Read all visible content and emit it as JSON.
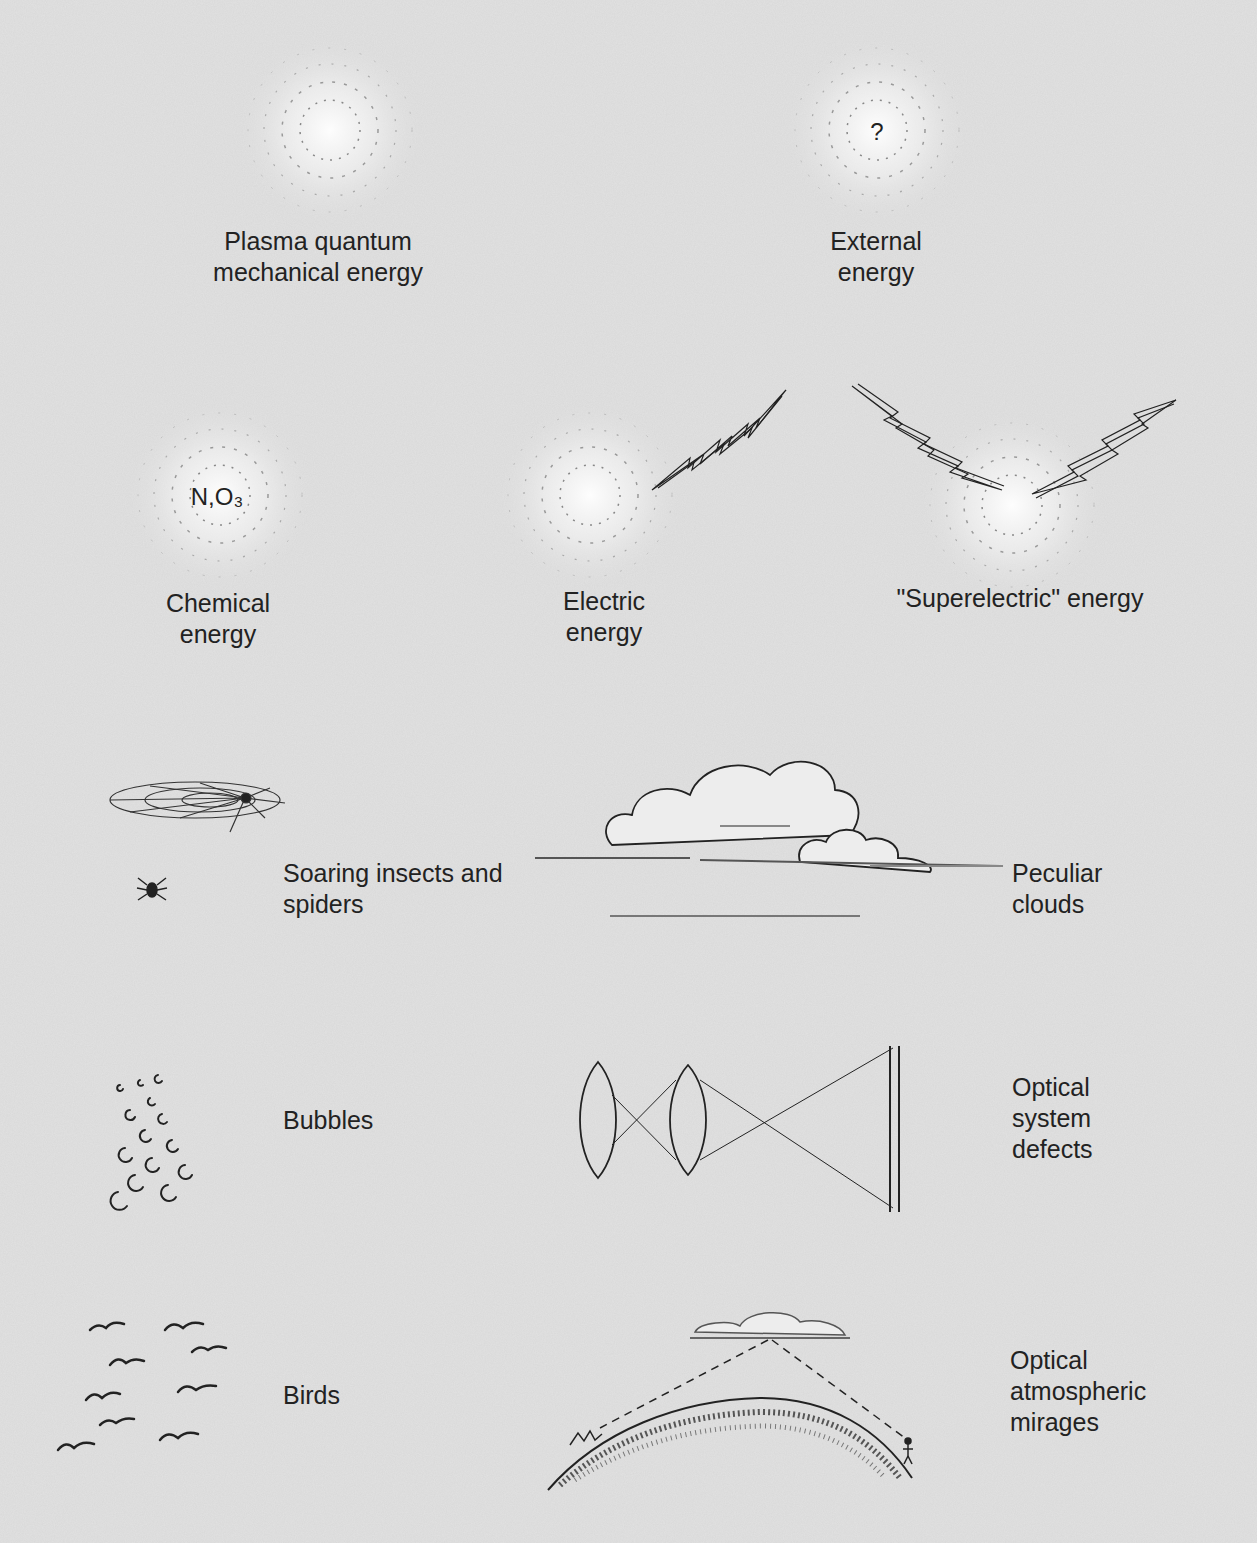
{
  "diagram": {
    "labels": [
      "Plasma quantum mechanical energy",
      "?",
      "External energy",
      "N,O₃",
      "Chemical energy",
      "Electric energy",
      "\"Superelectric\" energy",
      "Soaring insects and spiders",
      "Peculiar clouds",
      "Bubbles",
      "Optical system defects",
      "Birds",
      "Optical atmospheric mirages"
    ]
  }
}
